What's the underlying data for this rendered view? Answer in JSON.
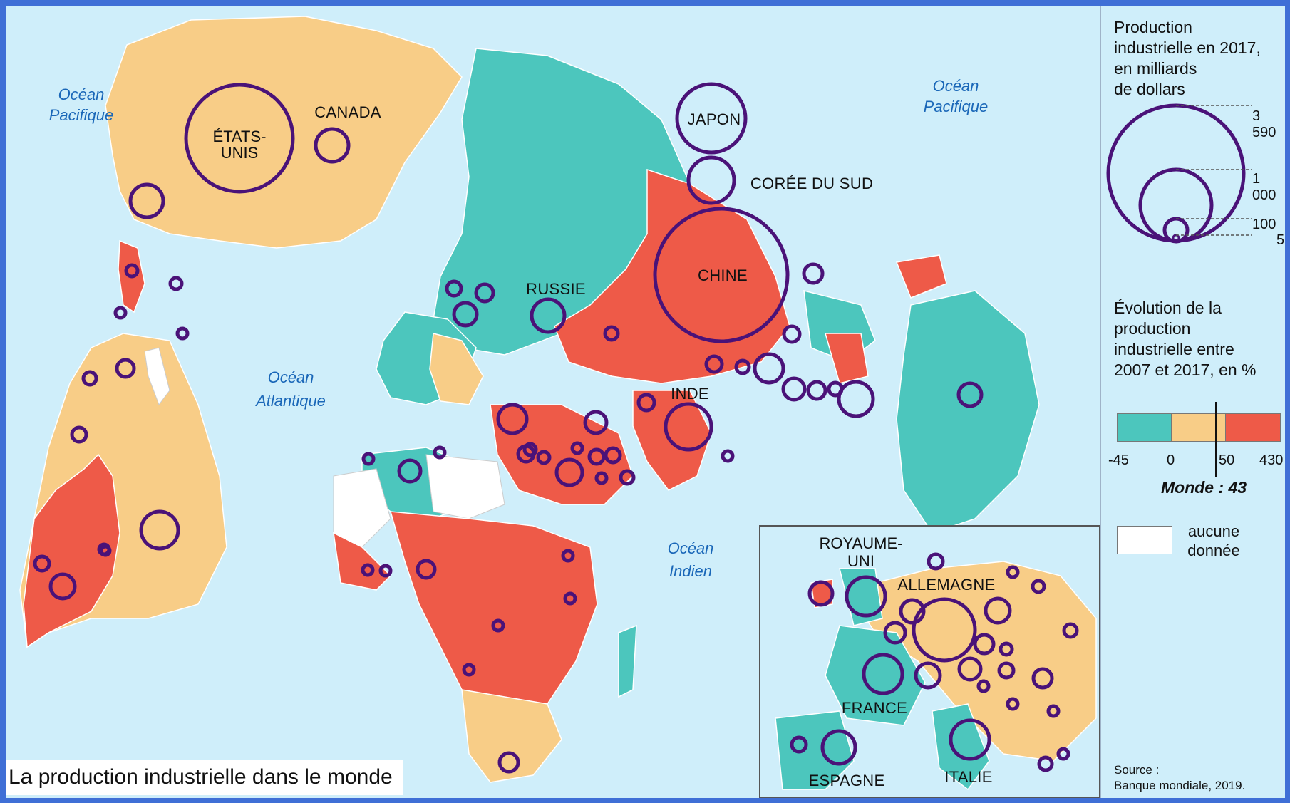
{
  "caption": "La production industrielle dans le monde",
  "labels": {
    "usa": "ÉTATS-\nUNIS",
    "canada": "CANADA",
    "russia": "RUSSIE",
    "japan": "JAPON",
    "south_korea": "CORÉE DU SUD",
    "china": "CHINE",
    "india": "INDE",
    "uk": "ROYAUME-\nUNI",
    "germany": "ALLEMAGNE",
    "france": "FRANCE",
    "spain": "ESPAGNE",
    "italy": "ITALIE"
  },
  "oceans": {
    "pacific_west": "Océan\nPacifique",
    "pacific_east": "Océan\nPacifique",
    "atlantic": "Océan\nAtlantique",
    "indian": "Océan\nIndien"
  },
  "legend": {
    "size_title": "Production\nindustrielle en 2017,\nen milliards\nde dollars",
    "size_values": [
      "3 590",
      "1 000",
      "100",
      "5"
    ],
    "evo_title": "Évolution de la\nproduction\nindustrielle entre\n2007 et 2017, en %",
    "scale_ticks": [
      "-45",
      "0",
      "50",
      "430"
    ],
    "world_label": "Monde : 43",
    "nodata_label": "aucune\ndonnée",
    "source": "Source :\nBanque mondiale, 2019."
  },
  "colors": {
    "ocean": "#cfeefa",
    "decline": "#4cc6bd",
    "low_growth": "#f8cd87",
    "high_growth": "#ee5a48",
    "no_data": "#ffffff",
    "bubble": "#4a1278",
    "ocean_text": "#1a67b8"
  }
}
